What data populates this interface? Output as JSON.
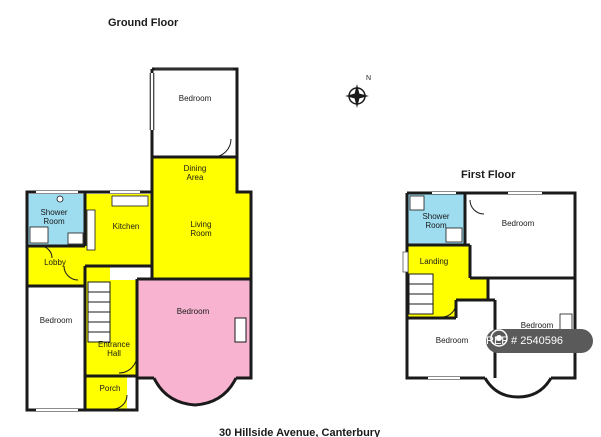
{
  "titles": {
    "ground_floor": "Ground Floor",
    "first_floor": "First Floor",
    "address": "30 Hillside Avenue, Canterbury"
  },
  "ground_rooms": {
    "bedroom_top": "Bedroom",
    "dining_area_1": "Dining",
    "dining_area_2": "Area",
    "living_room_1": "Living",
    "living_room_2": "Room",
    "kitchen": "Kitchen",
    "shower_room_1": "Shower",
    "shower_room_2": "Room",
    "lobby": "Lobby",
    "bedroom_left": "Bedroom",
    "bedroom_bay": "Bedroom",
    "entrance_hall_1": "Entrance",
    "entrance_hall_2": "Hall",
    "porch": "Porch"
  },
  "first_rooms": {
    "shower_room_1": "Shower",
    "shower_room_2": "Room",
    "bedroom_top": "Bedroom",
    "landing": "Landing",
    "bedroom_right": "Bedroom",
    "bedroom_left": "Bedroom"
  },
  "badge": {
    "text": "REF # 2540596"
  },
  "colors": {
    "circulation": "#ffff00",
    "bathroom": "#9edcf0",
    "highlight_bedroom": "#f7b3cf",
    "room": "#ffffff",
    "wall": "#1a1a1a"
  }
}
